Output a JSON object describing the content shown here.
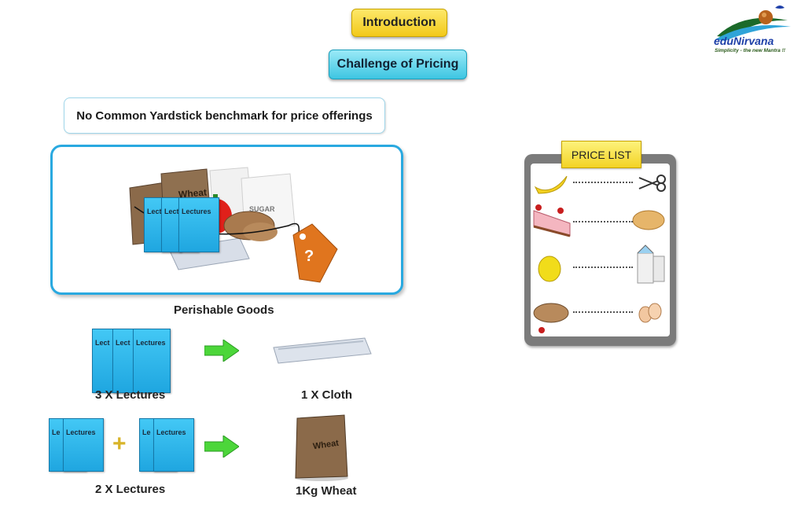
{
  "header": {
    "intro_label": "Introduction",
    "challenge_label": "Challenge of Pricing"
  },
  "yardstick_text": "No Common Yardstick benchmark for price offerings",
  "goods_panel": {
    "book_labels": [
      "Lect",
      "Lect",
      "Lectures"
    ],
    "wheat_label": "Wheat",
    "sugar_label": "SUGAR",
    "tag_symbol": "?",
    "caption": "Perishable Goods"
  },
  "exchange1": {
    "book_labels": [
      "Lect",
      "Lect",
      "Lectures"
    ],
    "left_caption": "3 X Lectures",
    "right_caption": "1 X Cloth"
  },
  "exchange2": {
    "group1_labels": [
      "Le",
      "Lectures"
    ],
    "group2_labels": [
      "Le",
      "Lectures"
    ],
    "plus": "+",
    "wheat_label": "Wheat",
    "left_caption": "2 X Lectures",
    "right_caption": "1Kg Wheat"
  },
  "price_list": {
    "title": "PRICE LIST",
    "rows": [
      {
        "left": "banana-icon",
        "right": "scissors-icon"
      },
      {
        "left": "cake-icon",
        "right": "bread-icon"
      },
      {
        "left": "lemon-icon",
        "right": "milk-carton-icon"
      },
      {
        "left": "potato-icon",
        "right": "eggs-icon"
      }
    ]
  },
  "logo": {
    "name": "eduNirvana",
    "tagline": "Simplicity - the new Mantra !!"
  },
  "colors": {
    "intro": "#f2c91a",
    "challenge": "#3ec6e2",
    "panel_border": "#29a9e0",
    "book": "#1fa6e0",
    "arrow": "#4cd63a"
  }
}
